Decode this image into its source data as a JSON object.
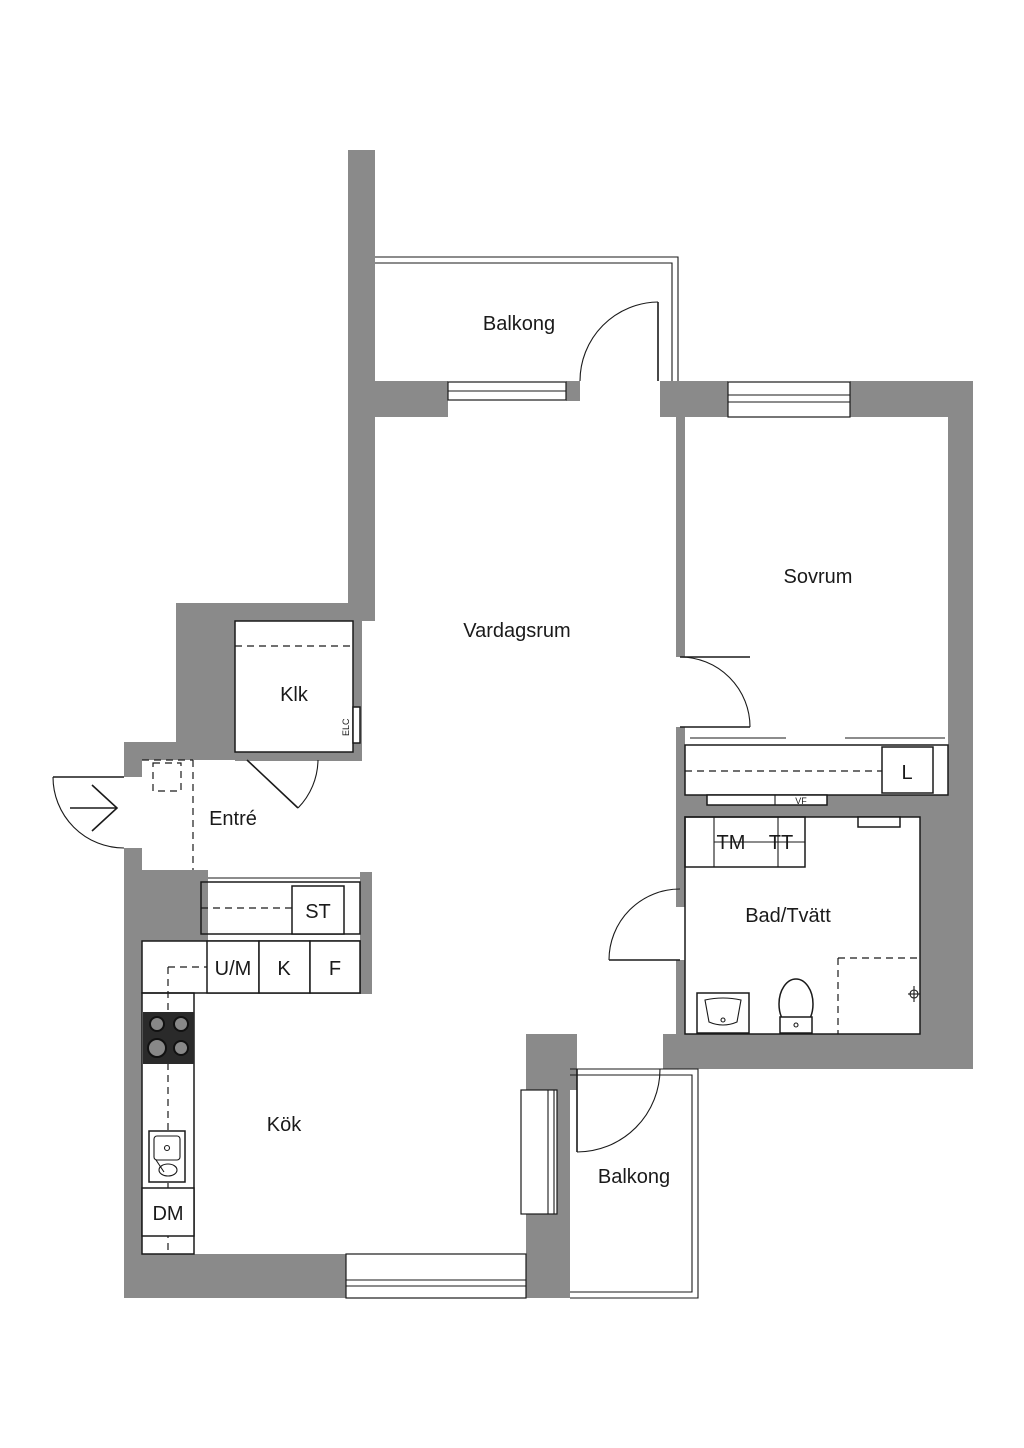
{
  "rooms": {
    "balkong_top": "Balkong",
    "vardagsrum": "Vardagsrum",
    "sovrum": "Sovrum",
    "klk": "Klk",
    "entre": "Entré",
    "bad_tvatt": "Bad/Tvätt",
    "kok": "Kök",
    "balkong_bottom": "Balkong"
  },
  "fixtures": {
    "elc": "ELC",
    "l": "L",
    "vf": "VF",
    "tm": "TM",
    "tt": "TT",
    "st": "ST",
    "um": "U/M",
    "k": "K",
    "f": "F",
    "dm": "DM"
  },
  "icons": {
    "entry_arrow": "arrow-right-icon",
    "stove": "stove-icon",
    "sink": "sink-icon",
    "toilet": "toilet-icon",
    "washbasin": "washbasin-icon",
    "shower_tap": "shower-tap-icon"
  },
  "colors": {
    "wall": "#8a8a8a",
    "line": "#1a1a1a",
    "background": "#ffffff"
  }
}
